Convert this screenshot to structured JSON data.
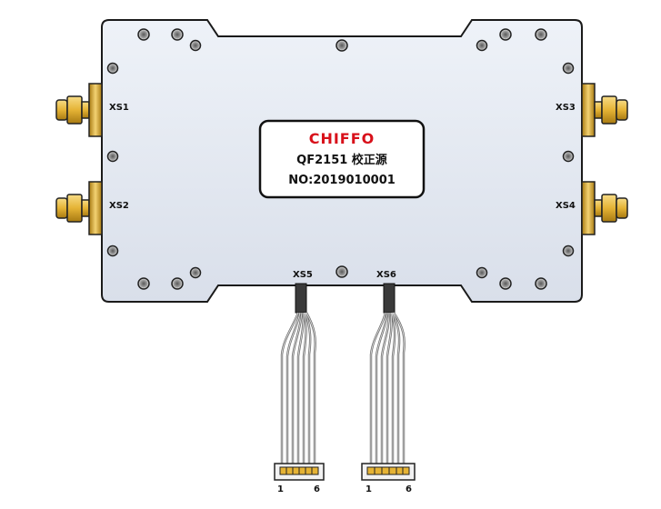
{
  "label_plate": {
    "brand": "CHIFFO",
    "model": "QF2151 校正源",
    "serial": "NO:2019010001"
  },
  "ports": {
    "xs1": "XS1",
    "xs2": "XS2",
    "xs3": "XS3",
    "xs4": "XS4",
    "xs5": "XS5",
    "xs6": "XS6"
  },
  "connector_pins": {
    "first": "1",
    "last": "6"
  },
  "colors": {
    "housing": "#e3e8f2",
    "brand_red": "#d8101a",
    "sma_gold": "#e5b335",
    "wire_gray": "#9a9a9a",
    "cable_black": "#3a3a3a"
  }
}
